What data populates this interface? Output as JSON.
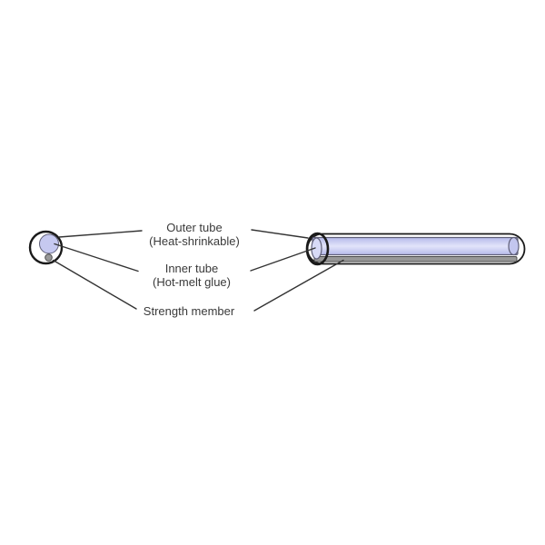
{
  "diagram": {
    "type": "labeled-technical-diagram",
    "subject": "heat-shrinkable-splice-protection-sleeve",
    "labels": {
      "outer_tube": {
        "line1": "Outer tube",
        "line2": "(Heat-shrinkable)"
      },
      "inner_tube": {
        "line1": "Inner tube",
        "line2": "(Hot-melt glue)"
      },
      "strength_member": {
        "line1": "Strength member"
      }
    },
    "colors": {
      "background": "#ffffff",
      "outline": "#1a1a1a",
      "leader": "#333333",
      "text": "#3a3a3a",
      "inner_tube_fill": "#b6baea",
      "inner_tube_center": "#e2e4fa",
      "inner_tube_stroke": "#5f5f78",
      "inner_circle_fill": "#c6c9f0",
      "left_cap_fill": "#d7daf6",
      "right_cap_fill": "#c3c6ef",
      "strength_fill": "#989898",
      "strength_stroke": "#4c4c4c"
    }
  }
}
